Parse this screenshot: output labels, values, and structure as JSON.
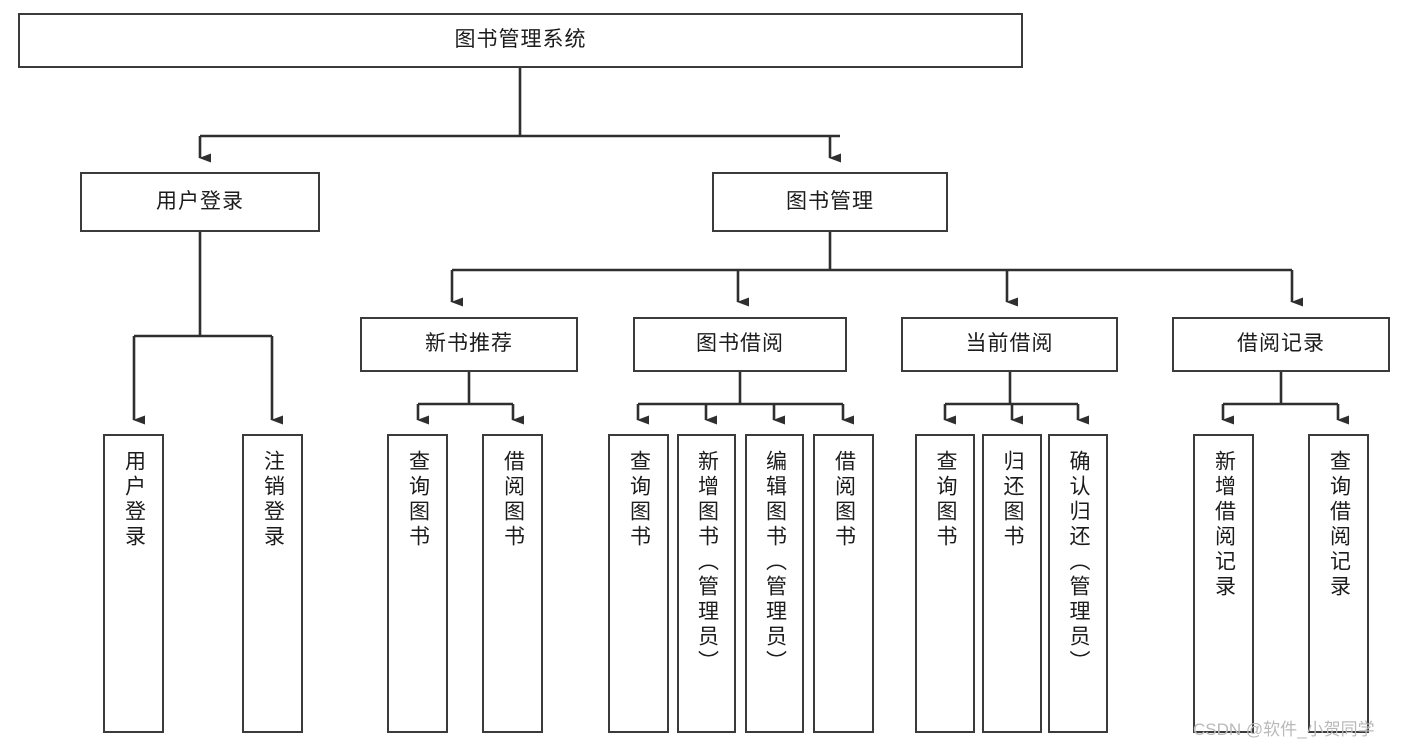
{
  "diagram": {
    "title": "图书管理系统",
    "type": "tree-hierarchy",
    "root": {
      "id": "root",
      "label": "图书管理系统"
    },
    "level1": [
      {
        "id": "user-login",
        "label": "用户登录"
      },
      {
        "id": "book-manage",
        "label": "图书管理"
      }
    ],
    "level2": [
      {
        "id": "new-book-recommend",
        "label": "新书推荐",
        "parent": "book-manage"
      },
      {
        "id": "book-borrow",
        "label": "图书借阅",
        "parent": "book-manage"
      },
      {
        "id": "current-borrow",
        "label": "当前借阅",
        "parent": "book-manage"
      },
      {
        "id": "borrow-record",
        "label": "借阅记录",
        "parent": "book-manage"
      }
    ],
    "leaves": {
      "user_login": [
        {
          "id": "leaf-user-login",
          "label": "用户登录"
        },
        {
          "id": "leaf-user-logout",
          "label": "注销登录"
        }
      ],
      "new_book_recommend": [
        {
          "id": "leaf-query-book-1",
          "label": "查询图书"
        },
        {
          "id": "leaf-borrow-book-1",
          "label": "借阅图书"
        }
      ],
      "book_borrow": [
        {
          "id": "leaf-query-book-2",
          "label": "查询图书"
        },
        {
          "id": "leaf-add-book",
          "label": "新增图书（管理员）"
        },
        {
          "id": "leaf-edit-book",
          "label": "编辑图书（管理员）"
        },
        {
          "id": "leaf-borrow-book-2",
          "label": "借阅图书"
        }
      ],
      "current_borrow": [
        {
          "id": "leaf-query-book-3",
          "label": "查询图书"
        },
        {
          "id": "leaf-return-book",
          "label": "归还图书"
        },
        {
          "id": "leaf-confirm-return",
          "label": "确认归还（管理员）"
        }
      ],
      "borrow_record": [
        {
          "id": "leaf-add-record",
          "label": "新增借阅记录"
        },
        {
          "id": "leaf-query-record",
          "label": "查询借阅记录"
        }
      ]
    }
  },
  "watermark": {
    "text": "CSDN @软件_小贺同学"
  },
  "colors": {
    "border": "#3b3b3b",
    "text": "#1c1c1c",
    "background": "#ffffff",
    "watermark": "#b9b9b9"
  }
}
